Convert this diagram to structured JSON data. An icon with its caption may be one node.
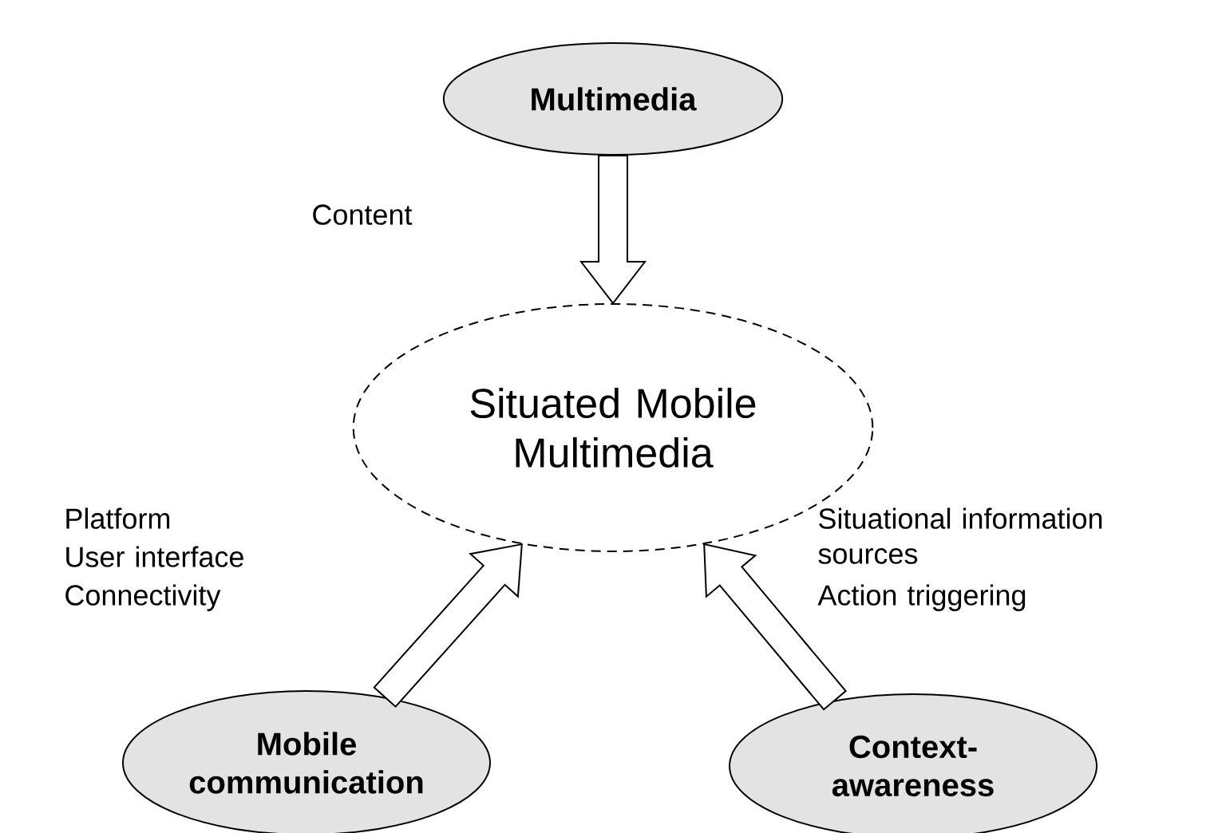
{
  "diagram": {
    "nodes": [
      {
        "text": [
          "Multimedia"
        ]
      },
      {
        "text": [
          "Situated Mobile Multimedia"
        ]
      },
      {
        "text": [
          "Mobile communication"
        ]
      },
      {
        "text": [
          "Context-awareness"
        ]
      }
    ],
    "edges": [
      {
        "from": 0,
        "to": 1,
        "arrow": "to"
      },
      {
        "from": 2,
        "to": 1,
        "arrow": "to"
      },
      {
        "from": 3,
        "to": 1,
        "arrow": "to"
      }
    ],
    "labels": [
      "Content",
      "Platform",
      "User interface",
      "Connectivity",
      "Situational information sources",
      "Action triggering"
    ]
  }
}
